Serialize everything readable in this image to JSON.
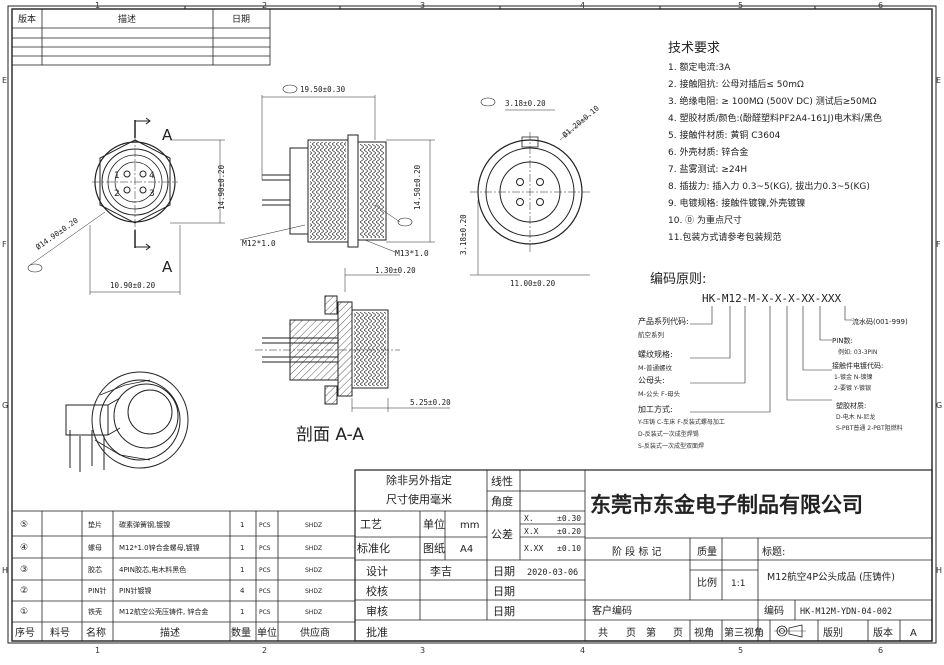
{
  "revision_table": {
    "col_version": "版本",
    "col_description": "描述",
    "col_date": "日期"
  },
  "grid": {
    "cols": [
      "1",
      "2",
      "3",
      "4",
      "5",
      "6"
    ],
    "rows": [
      "E",
      "F",
      "G",
      "H"
    ]
  },
  "tech": {
    "title": "技术要求",
    "items": [
      "1. 额定电流:3A",
      "2. 接触阻抗: 公母对插后≤ 50mΩ",
      "3. 绝缘电阻: ≥ 100MΩ (500V DC)  测试后≥50MΩ",
      "4. 塑胶材质/颜色:(酚醛塑料PF2A4-161J)电木料/黑色",
      "5. 接触件材质: 黄铜 C3604",
      "6. 外壳材质: 锌合金",
      "7. 盐雾测试: ≥24H",
      "8. 插拔力: 插入力 0.3~5(KG), 拔出力0.3~5(KG)",
      "9. 电镀规格: 接触件镀镍,外壳镀镍",
      "10. ⓪ 为重点尺寸",
      "11.包装方式请参考包装规范"
    ]
  },
  "coding": {
    "title": "编码原则:",
    "code": "HK-M12-M-X-X-X-XX-XXX",
    "series_label": "产品系列代码:",
    "series_sub": "航空系列",
    "thread_label": "螺纹规格:",
    "thread_sub": "M-普通螺纹",
    "gender_label": "公母头:",
    "gender_sub": "M-公头  F-母头",
    "process_label": "加工方式:",
    "process_sub1": "Y-压铸  C-车床  F-反装式螺母加工",
    "process_sub2": "D-反装式一次成型焊锡",
    "process_sub3": "S-反装式一次成型双面焊",
    "serial_label": "流水码(001-999)",
    "pin_label": "PIN数:",
    "pin_sub": "例如: 03-3PIN",
    "plating_label": "接触件电镀代码:",
    "plating_sub1": "1-镀金  N-镀镍",
    "plating_sub2": "2-要镀  Y-镀银",
    "plastic_label": "塑胶材质:",
    "plastic_sub1": "D-电木    N-尼龙",
    "plastic_sub2": "S-PBT普通  2-PBT阻燃料"
  },
  "dims": {
    "d1": "19.50±0.30",
    "d2": "3.18±0.20",
    "d3": "Ø1.20±0.10",
    "d4": "14.90±0.20",
    "d5": "14.50±0.20",
    "d6": "Ø14.90±0.20",
    "d7": "10.90±0.20",
    "d8": "M12*1.0",
    "d9": "M13*1.0",
    "d10": "3.18±0.20",
    "d11": "11.00±0.20",
    "d12": "1.30±0.20",
    "d13": "5.25±0.20",
    "section_a": "A",
    "section_label": "剖面 A-A",
    "pin1": "1",
    "pin2": "2",
    "pin3": "3",
    "pin4": "4"
  },
  "tol": {
    "line1": "除非另外指定",
    "line2": "尺寸使用毫米",
    "linear": "线性",
    "angle": "角度",
    "tol_label": "公差",
    "r1": "X.",
    "v1": "±0.30",
    "r2": "X.X",
    "v2": "±0.20",
    "r3": "X.XX",
    "v3": "±0.10"
  },
  "company": "东莞市东金电子制品有限公司",
  "sign": {
    "craft": "工艺",
    "unit": "单位",
    "unit_v": "mm",
    "std": "标准化",
    "sheet": "图纸",
    "sheet_v": "A4",
    "design": "设计",
    "designer": "李吉",
    "date": "日期",
    "date_v": "2020-03-06",
    "check": "校核",
    "review": "审核",
    "approve": "批准"
  },
  "title_block": {
    "stage": "阶 段 标 记",
    "weight": "质量",
    "title_label": "标题:",
    "scale": "比例",
    "scale_v": "1:1",
    "title_v": "M12航空4P公头成品 (压铸件)",
    "customer_no": "客户编码",
    "code_label": "编码",
    "code_v": "HK-M12M-YDN-04-002",
    "total": "共",
    "page": "页",
    "of": "第",
    "page2": "页",
    "view_angle": "视角",
    "third_angle": "第三视角",
    "edition": "版别",
    "version": "版本",
    "version_v": "A"
  },
  "bom": {
    "headers": [
      "序号",
      "料号",
      "名称",
      "描述",
      "数量",
      "单位",
      "供应商"
    ],
    "rows": [
      {
        "no": "⑤",
        "name": "垫片",
        "desc": "碳素弹簧钢,镀镍",
        "qty": "1",
        "unit": "PCS",
        "sup": "SHDZ"
      },
      {
        "no": "④",
        "name": "螺母",
        "desc": "M12*1.0锌合金螺母,镀镍",
        "qty": "1",
        "unit": "PCS",
        "sup": "SHDZ"
      },
      {
        "no": "③",
        "name": "胶芯",
        "desc": "4PIN胶芯,电木料黑色",
        "qty": "1",
        "unit": "PCS",
        "sup": "SHDZ"
      },
      {
        "no": "②",
        "name": "PIN针",
        "desc": "PIN针镀镍",
        "qty": "4",
        "unit": "PCS",
        "sup": "SHDZ"
      },
      {
        "no": "①",
        "name": "铁壳",
        "desc": "M12航空公壳压铸件, 锌合金",
        "qty": "1",
        "unit": "PCS",
        "sup": "SHDZ"
      }
    ]
  }
}
